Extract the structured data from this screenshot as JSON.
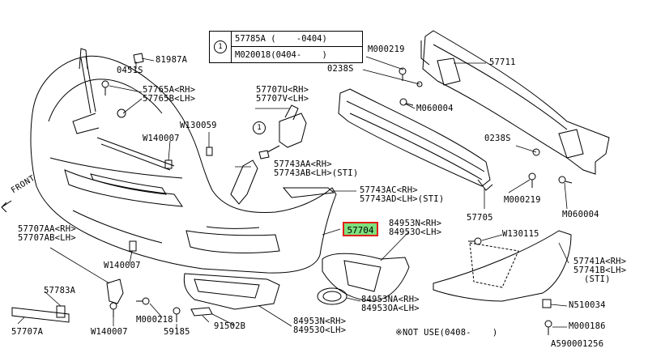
{
  "ref_table": {
    "index": "1",
    "rows": [
      {
        "part": "57785A",
        "range": "(    -0404)"
      },
      {
        "part": "M020018",
        "range": "(0404-    )"
      }
    ]
  },
  "callout_marker": "1",
  "front_label": "FRONT",
  "highlighted_part": "57704",
  "labels": {
    "p81987A": "81987A",
    "p0451S": "0451S",
    "p57765": "57765A<RH>\n57765B<LH>",
    "p57707U": "57707U<RH>\n57707V<LH>",
    "pW130059": "W130059",
    "pW140007a": "W140007",
    "pM000219a": "M000219",
    "p0238Sa": "0238S",
    "p57711": "57711",
    "pM060004a": "M060004",
    "p57743AA": "57743AA<RH>\n57743AB<LH>(STI)",
    "p57743AC": "57743AC<RH>\n57743AD<LH>(STI)",
    "p0238Sb": "0238S",
    "pM000219b": "M000219",
    "pM060004b": "M060004",
    "p57705": "57705",
    "p84953N": "84953N<RH>\n84953O<LH>",
    "pW130115": "W130115",
    "p57741": "57741A<RH>\n57741B<LH>\n  (STI)",
    "p57707AA": "57707AA<RH>\n57707AB<LH>",
    "pW140007b": "W140007",
    "p57783A": "57783A",
    "p57707A": "57707A",
    "pW140007c": "W140007",
    "pM000218": "M000218",
    "p59185": "59185",
    "p91502B": "91502B",
    "p84953NA": "84953NA<RH>\n84953OA<LH>",
    "p84953NR": "84953N<RH>\n84953O<LH>",
    "pN510034": "N510034",
    "pM000186": "M000186",
    "not_use": "※NOT USE(0408-    )",
    "diagram_id": "A590001256"
  }
}
